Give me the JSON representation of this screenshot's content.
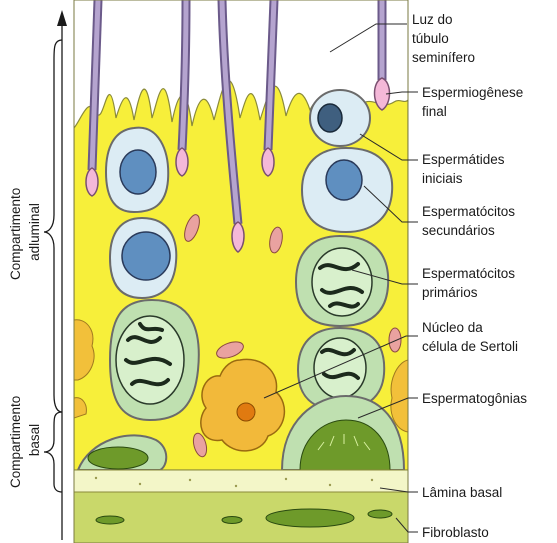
{
  "axis": {
    "adluminal": [
      "Compartimento",
      "adluminal"
    ],
    "basal": [
      "Compartimento",
      "basal"
    ]
  },
  "labels": [
    {
      "id": "luz",
      "lines": [
        "Luz do",
        "túbulo",
        "seminífero"
      ]
    },
    {
      "id": "espermiogenese",
      "lines": [
        "Espermiogênese",
        "final"
      ]
    },
    {
      "id": "espermatides",
      "lines": [
        "Espermátides",
        "iniciais"
      ]
    },
    {
      "id": "secundarios",
      "lines": [
        "Espermatócitos",
        "secundários"
      ]
    },
    {
      "id": "primarios",
      "lines": [
        "Espermatócitos",
        "primários"
      ]
    },
    {
      "id": "sertoli",
      "lines": [
        "Núcleo da",
        "célula de Sertoli"
      ]
    },
    {
      "id": "espermatogonias",
      "lines": [
        "Espermatogônias"
      ]
    },
    {
      "id": "lamina",
      "lines": [
        "Lâmina basal"
      ]
    },
    {
      "id": "fibroblasto",
      "lines": [
        "Fibroblasto"
      ]
    }
  ],
  "colors": {
    "sertoli_cytoplasm": "#f7ef3a",
    "lumen": "#ffffff",
    "spermatid": "#dcecf4",
    "spermatocyte": "#bfe0b0",
    "nucleus_blue": "#5f8fc0",
    "chromatin": "#1c2a1c",
    "acrosome": "#f4b8d8",
    "flagellum": "#b5a4cf",
    "sertoli_nucleus_cell": "#f2b93a",
    "spermatogonia_nucleus": "#6e9a2a",
    "basal_lamina": "#f3f6c8",
    "connective": "#c9d86a"
  }
}
